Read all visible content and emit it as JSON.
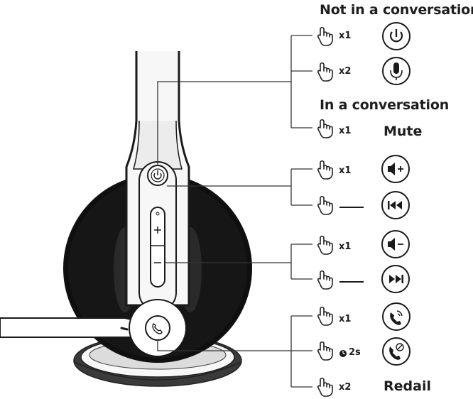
{
  "sections": {
    "not_in_conversation": "Not in a conversation",
    "in_conversation": "In a conversation"
  },
  "gestures": {
    "tap_once": "x1",
    "tap_twice": "x2",
    "hold_duration": "2s"
  },
  "labels": {
    "mute": "Mute",
    "redial": "Redail"
  },
  "icons": [
    "power-icon",
    "microphone-icon",
    "volume-up-icon",
    "previous-track-icon",
    "volume-down-icon",
    "next-track-icon",
    "answer-call-icon",
    "reject-call-icon"
  ]
}
